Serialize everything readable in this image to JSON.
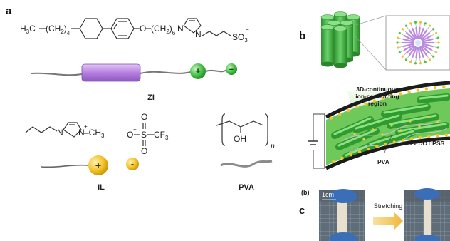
{
  "panels": {
    "a": "a",
    "b": "b",
    "c": "c",
    "b_inset": "(b)"
  },
  "zi": {
    "formula_h3c": "H",
    "formula_h3c_sub": "3",
    "formula_h3c_c": "C",
    "ch2_left": "(CH",
    "ch2_left_sub": "2",
    "ch2_left_close": ")",
    "ch2_left_n": "4",
    "oxygen": "O",
    "ch2_right": "(CH",
    "ch2_right_sub": "2",
    "ch2_right_close": ")",
    "ch2_right_n": "6",
    "n1": "N",
    "n2": "N",
    "n2_charge": "+",
    "so3": "SO",
    "so3_sub": "3",
    "so3_charge": "−",
    "plus": "+",
    "minus": "−",
    "label": "ZI"
  },
  "il": {
    "n1": "N",
    "n2": "N",
    "n2_charge": "+",
    "ch3": "–CH",
    "ch3_sub": "3",
    "o_top": "O",
    "o_bottom": "O",
    "o_minus": "O",
    "o_minus_charge": "−",
    "s": "S",
    "cf3": "CF",
    "cf3_sub": "3",
    "plus": "+",
    "minus": "-",
    "label": "IL"
  },
  "pva": {
    "oh": "OH",
    "n": "n",
    "label": "PVA"
  },
  "schematic": {
    "region_label_1": "3D-continuous",
    "region_label_2": "ion-conducting",
    "region_label_3": "region",
    "pva_label": "PVA",
    "pedot_label": "PEDOT:PSS"
  },
  "photo": {
    "scale": "1cm",
    "arrow_label": "Stretching"
  },
  "colors": {
    "cylinder_green": "#3fae3f",
    "rod_purple": "#c28fe6",
    "sphere_yellow": "#f3c734",
    "sphere_green": "#4cc24c",
    "film_dark": "#1e1e1e",
    "region_green": "#7fd26a"
  }
}
